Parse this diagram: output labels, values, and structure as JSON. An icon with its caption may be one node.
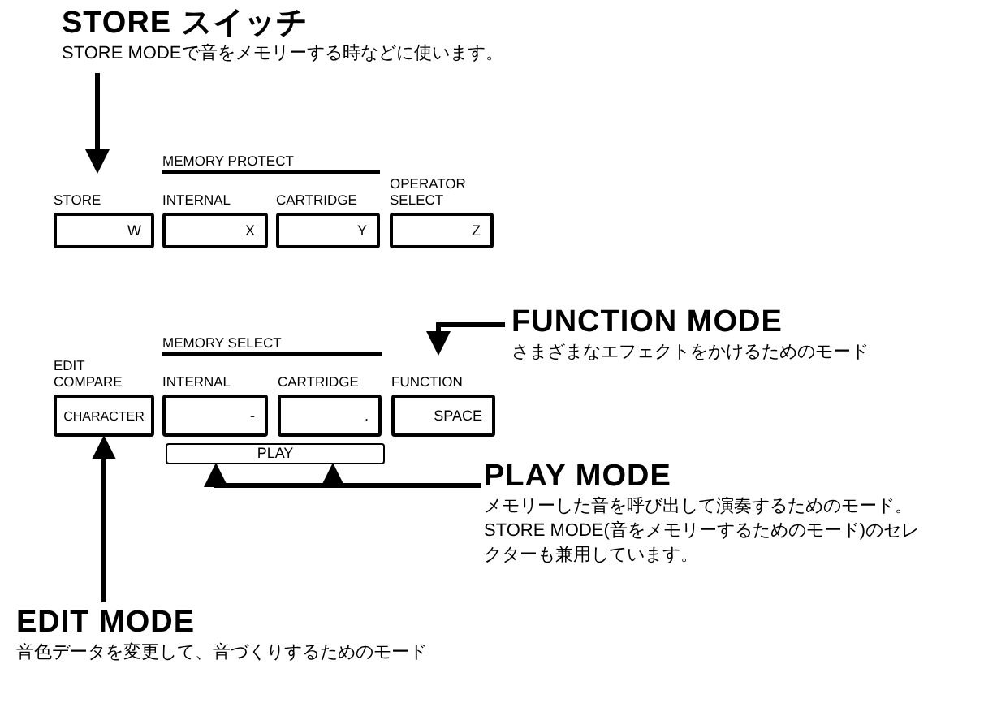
{
  "diagram": {
    "nodes": [
      {
        "text": [
          "STORE スイッチ",
          "STORE MODEで音をメモリーする時などに使います。"
        ]
      },
      {
        "text": [
          "STORE",
          "W"
        ]
      },
      {
        "text": [
          "INTERNAL",
          "X"
        ]
      },
      {
        "text": [
          "CARTRIDGE",
          "Y"
        ]
      },
      {
        "text": [
          "OPERATOR SELECT",
          "Z"
        ]
      },
      {
        "text": [
          "EDIT COMPARE",
          "CHARACTER"
        ]
      },
      {
        "text": [
          "INTERNAL",
          "-"
        ]
      },
      {
        "text": [
          "CARTRIDGE",
          "."
        ]
      },
      {
        "text": [
          "FUNCTION",
          "SPACE"
        ]
      },
      {
        "text": [
          "PLAY"
        ]
      },
      {
        "text": [
          "FUNCTION MODE",
          "さまざまなエフェクトをかけるためのモード"
        ]
      },
      {
        "text": [
          "PLAY MODE",
          "メモリーした音を呼び出して演奏するためのモード。STORE MODE(音をメモリーするためのモード)のセレクターも兼用しています。"
        ]
      },
      {
        "text": [
          "EDIT MODE",
          "音色データを変更して、音づくりするためのモード"
        ]
      }
    ],
    "edges": [
      {
        "from": 0,
        "to": 1,
        "arrow": "to"
      },
      {
        "from": 10,
        "to": 8,
        "arrow": "to"
      },
      {
        "from": 11,
        "to": 9,
        "arrow": "to"
      },
      {
        "from": 11,
        "to": 9,
        "arrow": "to"
      },
      {
        "from": 12,
        "to": 5,
        "arrow": "to"
      }
    ],
    "labels": [
      "MEMORY PROTECT",
      "MEMORY SELECT"
    ]
  }
}
